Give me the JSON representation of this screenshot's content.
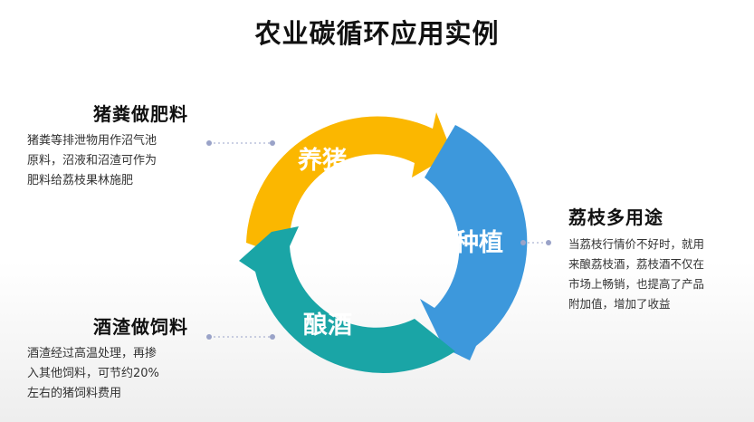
{
  "title": "农业碳循环应用实例",
  "cycle": {
    "segments": [
      {
        "label": "养猪",
        "color": "#fbb700"
      },
      {
        "label": "种植",
        "color": "#3d98dc"
      },
      {
        "label": "酿酒",
        "color": "#1aa5a6"
      }
    ]
  },
  "blocks": {
    "pig_manure": {
      "heading": "猪粪做肥料",
      "lines": [
        "猪粪等排泄物用作沼气池",
        "原料，沼液和沼渣可作为",
        "肥料给荔枝果林施肥"
      ]
    },
    "lychee_use": {
      "heading": "荔枝多用途",
      "lines": [
        "当荔枝行情价不好时，就用",
        "来酿荔枝酒，荔枝酒不仅在",
        "市场上畅销，也提高了产品",
        "附加值，增加了收益"
      ]
    },
    "distillers_grain": {
      "heading": "酒渣做饲料",
      "lines": [
        "酒渣经过高温处理，再掺",
        "入其他饲料，可节约20%",
        "左右的猪饲料费用"
      ]
    }
  },
  "connector_color": "#9aa3c8"
}
